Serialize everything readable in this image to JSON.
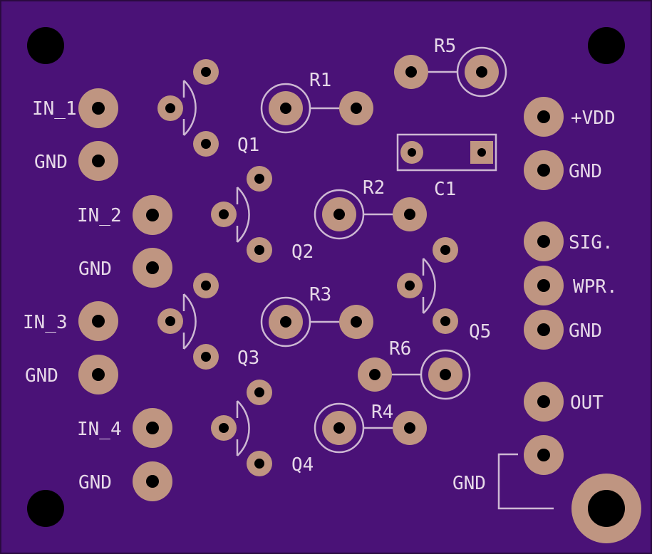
{
  "board": {
    "substrate_color": "#4a1277",
    "pad_color": "#bf9581",
    "silkscreen_color": "#e6d8e8",
    "drill_color": "#000000"
  },
  "connectors": {
    "in_1": "IN_1",
    "gnd_1": "GND",
    "in_2": "IN_2",
    "gnd_2": "GND",
    "in_3": "IN_3",
    "gnd_3": "GND",
    "in_4": "IN_4",
    "gnd_4": "GND",
    "vdd": "+VDD",
    "gnd_power": "GND",
    "sig": "SIG.",
    "wpr": "WPR.",
    "gnd_sig": "GND",
    "out": "OUT",
    "gnd_out": "GND"
  },
  "components": {
    "q1": "Q1",
    "q2": "Q2",
    "q3": "Q3",
    "q4": "Q4",
    "q5": "Q5",
    "r1": "R1",
    "r2": "R2",
    "r3": "R3",
    "r4": "R4",
    "r5": "R5",
    "r6": "R6",
    "c1": "C1"
  }
}
